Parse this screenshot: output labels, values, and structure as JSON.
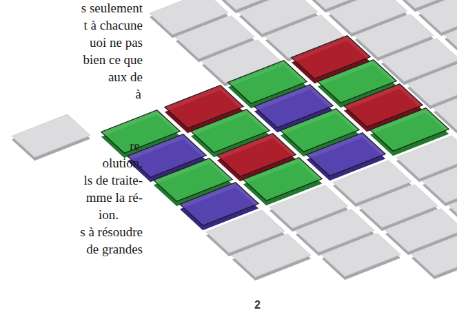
{
  "diagram": {
    "labels": [
      "s seulement",
      "t à chacune",
      "uoi ne pas",
      "bien ce que",
      "aux de",
      "à",
      "re",
      "olution,",
      "ls de traite-",
      "mme la ré-",
      "ion.",
      "s à résoudre",
      "de grandes",
      "2"
    ]
  }
}
